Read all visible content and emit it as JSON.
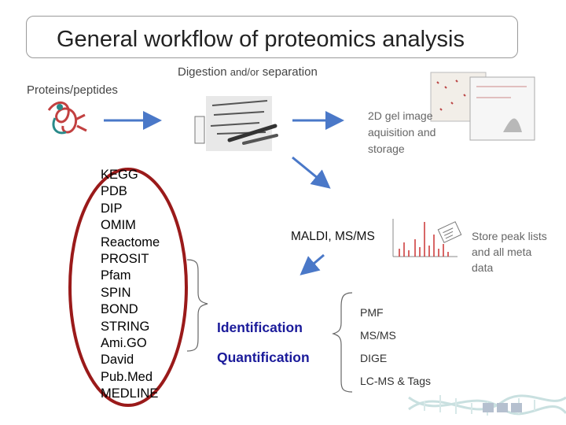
{
  "title": "General workflow of proteomics analysis",
  "stages": {
    "proteins": "Proteins/peptides",
    "digestion_a": "Digestion",
    "digestion_b": "and/or",
    "digestion_c": "separation",
    "gel": "2D gel image aquisition and storage",
    "maldi": "MALDI, MS/MS",
    "store": "Store peak lists and all meta data"
  },
  "databases": [
    "KEGG",
    "PDB",
    "DIP",
    "OMIM",
    "Reactome",
    "PROSIT",
    "Pfam",
    "SPIN",
    "BOND",
    "STRING",
    "Ami.GO",
    "David",
    "Pub.Med",
    "MEDLINE"
  ],
  "outcomes": [
    "Identification",
    "Quantification"
  ],
  "methods": [
    "PMF",
    "MS/MS",
    "DIGE",
    "LC-MS & Tags"
  ],
  "colors": {
    "arrow": "#4a78c8",
    "oval": "#9a1a1a",
    "accent": "#1a1a9a"
  }
}
